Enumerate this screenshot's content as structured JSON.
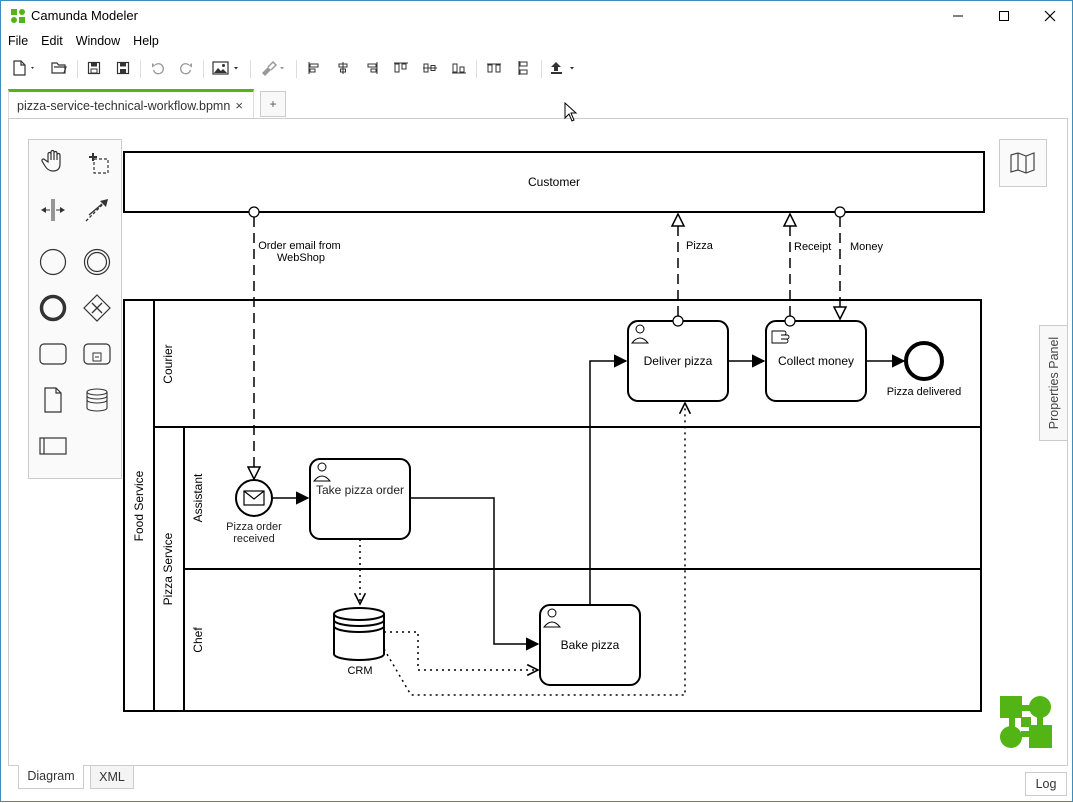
{
  "window": {
    "title": "Camunda Modeler",
    "minimize_icon": "minimize-icon",
    "maximize_icon": "maximize-icon",
    "close_icon": "close-icon"
  },
  "menu": {
    "items": [
      {
        "label": "File"
      },
      {
        "label": "Edit"
      },
      {
        "label": "Window"
      },
      {
        "label": "Help"
      }
    ]
  },
  "toolbar": {
    "icons": [
      "new-file-icon",
      "open-folder-icon",
      "save-icon",
      "save-as-icon",
      "undo-icon",
      "redo-icon",
      "export-image-icon",
      "color-brush-icon",
      "align-left-icon",
      "align-center-icon",
      "align-right-icon",
      "align-top-icon",
      "align-middle-icon",
      "align-bottom-icon",
      "distribute-horizontal-icon",
      "distribute-vertical-icon",
      "deploy-icon"
    ]
  },
  "tabs": {
    "active": {
      "label": "pizza-service-technical-workflow.bpmn",
      "close": "×"
    },
    "add_label": "+"
  },
  "palette": {
    "tools": [
      "hand-tool-icon",
      "lasso-tool-icon",
      "space-tool-icon",
      "connect-tool-icon",
      "start-event-icon",
      "intermediate-event-icon",
      "end-event-icon",
      "gateway-icon",
      "task-icon",
      "subprocess-icon",
      "data-object-icon",
      "data-store-icon",
      "participant-icon"
    ]
  },
  "diagram": {
    "customer_pool": "Customer",
    "food_service_pool": "Food Service",
    "lanes": {
      "courier": "Courier",
      "pizza_service": "Pizza Service",
      "assistant": "Assistant",
      "chef": "Chef"
    },
    "elements": {
      "start_event": "Pizza order received",
      "take_order": "Take pizza order",
      "bake_pizza": "Bake pizza",
      "deliver_pizza": "Deliver pizza",
      "collect_money": "Collect money",
      "end_event": "Pizza delivered",
      "data_store": "CRM"
    },
    "message_flows": {
      "order_email": "Order email from WebShop",
      "pizza": "Pizza",
      "receipt": "Receipt",
      "money": "Money"
    }
  },
  "side": {
    "properties_panel": "Properties Panel"
  },
  "bottom": {
    "diagram_tab": "Diagram",
    "xml_tab": "XML",
    "log_button": "Log"
  },
  "colors": {
    "accent": "#52b415",
    "logo": "#52b415"
  }
}
